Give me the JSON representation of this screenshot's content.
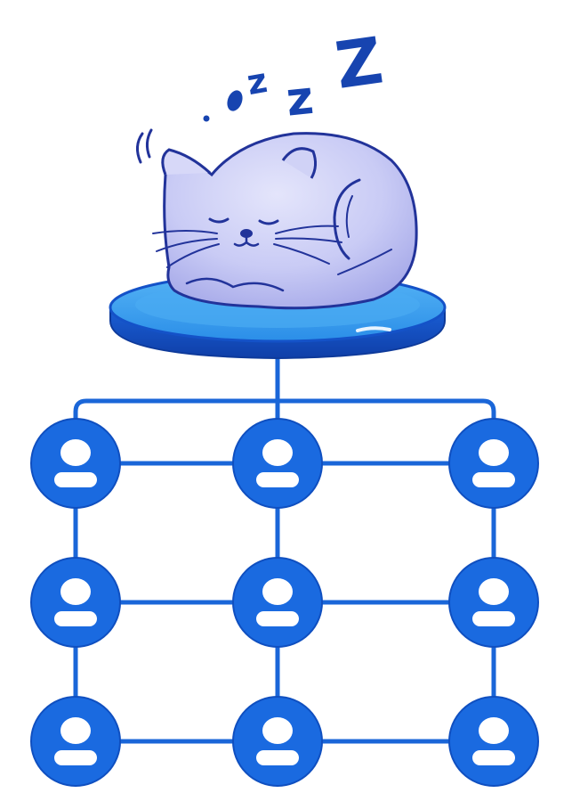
{
  "title": "",
  "sleep_letters": [
    "z",
    "z",
    "Z"
  ],
  "colors": {
    "primary": "#1565d8",
    "node_fill": "#1a6ae0",
    "line": "#1a66d8",
    "zzz": "#1744b0",
    "cat_fill": "#c9cbf5",
    "cat_stroke": "#22339a",
    "platform_top": "#3fa4f0",
    "platform_side": "#1452c8",
    "background": "#ffffff"
  },
  "icons": {
    "hero": "sleeping-cat-icon",
    "node": "user-icon"
  },
  "grid": {
    "rows": 3,
    "columns": 3,
    "node_count": 9
  }
}
